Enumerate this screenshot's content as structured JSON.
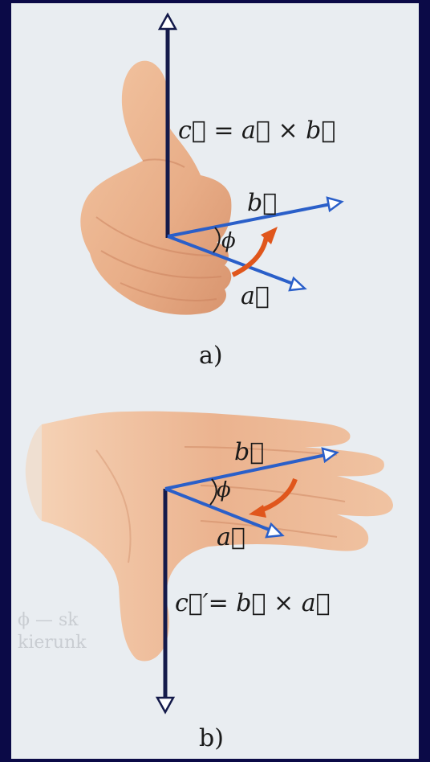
{
  "panel_a": {
    "label": "a)",
    "equation": "c⃗ = a⃗ × b⃗",
    "vector_b_label": "b⃗",
    "vector_a_label": "a⃗",
    "angle_label": "ϕ"
  },
  "panel_b": {
    "label": "b)",
    "equation": "c⃗′= b⃗ × a⃗",
    "vector_b_label": "b⃗",
    "vector_a_label": "a⃗",
    "angle_label": "ϕ"
  },
  "show_through_text": {
    "line1": "ϕ — sk",
    "line2": "kierunk"
  },
  "colors": {
    "background": "#0b0a47",
    "page": "#e9edf1",
    "vector_c": "#141a4a",
    "vector_ab": "#2a5fc9",
    "rotation_arrow": "#e0561c",
    "skin": "#eab490"
  }
}
